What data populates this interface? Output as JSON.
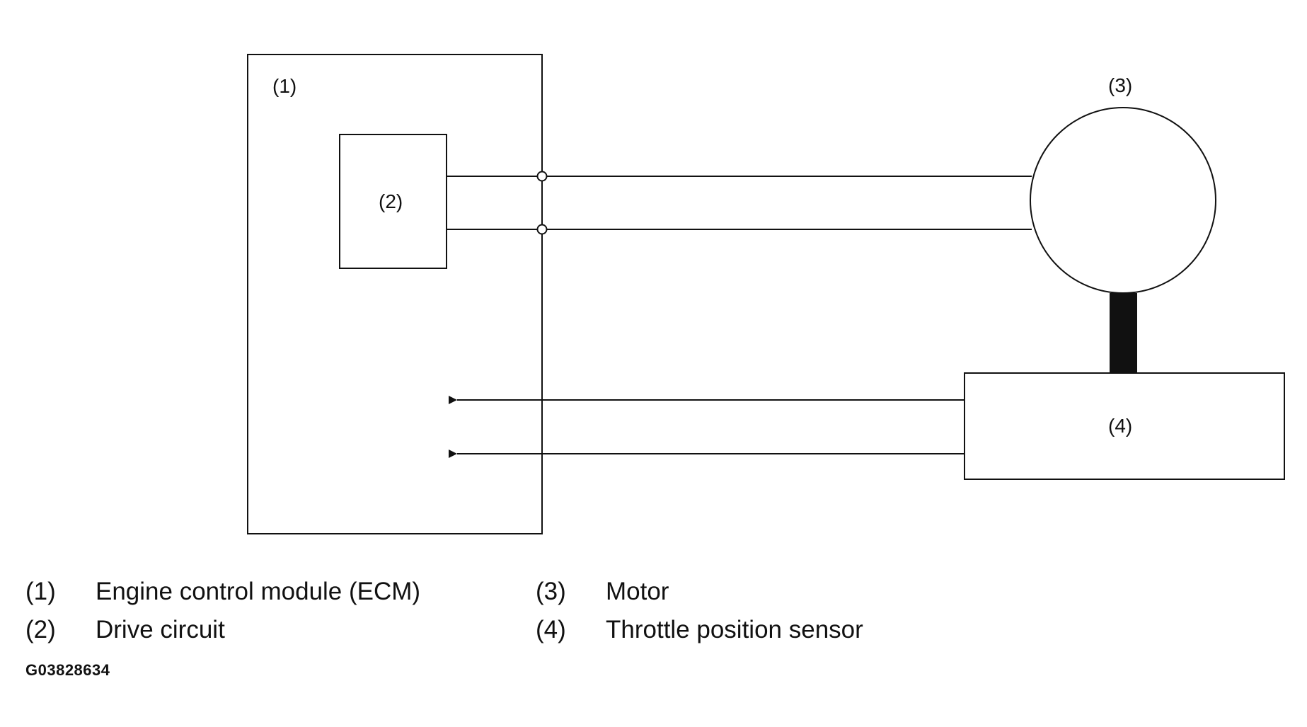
{
  "diagram": {
    "ecm_tag": "(1)",
    "drive_circuit_tag": "(2)",
    "motor_tag": "(3)",
    "sensor_tag": "(4)"
  },
  "legend": {
    "items": [
      {
        "num": "(1)",
        "label": "Engine control module (ECM)"
      },
      {
        "num": "(2)",
        "label": "Drive circuit"
      },
      {
        "num": "(3)",
        "label": "Motor"
      },
      {
        "num": "(4)",
        "label": "Throttle position sensor"
      }
    ]
  },
  "figure_id": "G03828634"
}
